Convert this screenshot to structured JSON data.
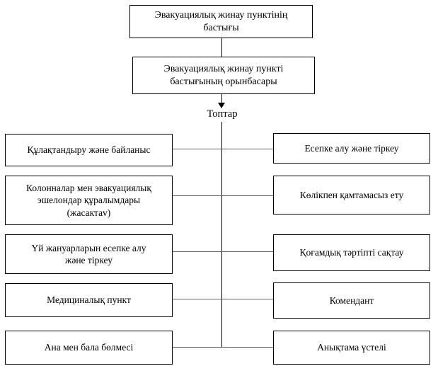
{
  "colors": {
    "background": "#ffffff",
    "box_border": "#000000",
    "text": "#000000",
    "connector": "#5f5f5f"
  },
  "org_chart": {
    "chief": [
      "Эвакуациялық жинау пунктінің",
      "бастығы"
    ],
    "deputy": [
      "Эвакуациялық жинау пункті",
      "бастығының орынбасары"
    ],
    "groups_label": "Топтар",
    "rows": [
      {
        "left": "Құлақтандыру және байланыс",
        "right": "Есепке алу және тіркеу"
      },
      {
        "left": [
          "Колонналар мен эвакуациялық",
          "эшелондар құралымдары",
          "(жасактаv)"
        ],
        "right": "Көлікпен қамтамасыз ету"
      },
      {
        "left": [
          "Үй жануарларын есепке алу",
          "және тіркеу"
        ],
        "right": "Қоғамдық тәртіпті сақтау"
      },
      {
        "left": "Медициналық пункт",
        "right": "Комендант"
      },
      {
        "left": "Ана мен бала бөлмесі",
        "right": "Анықтама үстелі"
      }
    ]
  }
}
